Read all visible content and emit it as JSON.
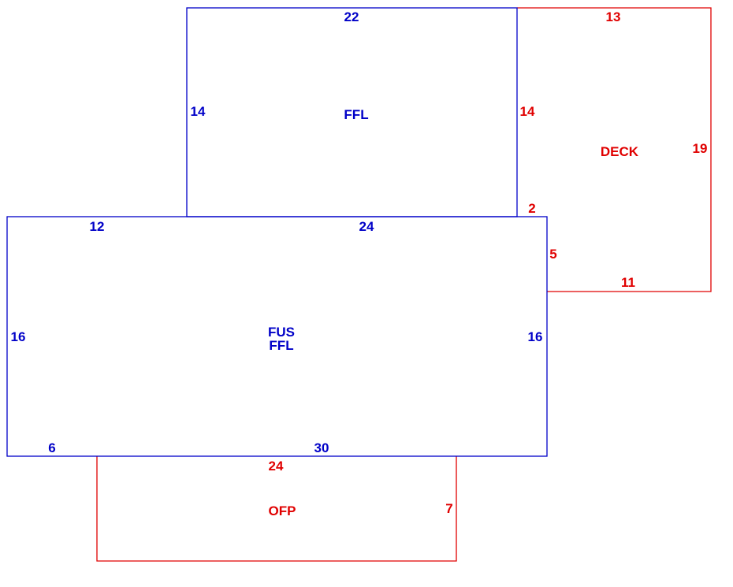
{
  "colors": {
    "living": "#0000c8",
    "other": "#e00000",
    "background": "#ffffff"
  },
  "areas": {
    "ffl_upper": {
      "label": "FFL"
    },
    "deck": {
      "label": "DECK"
    },
    "fus_ffl": {
      "label_line1": "FUS",
      "label_line2": "FFL"
    },
    "ofp": {
      "label": "OFP"
    }
  },
  "dimensions": {
    "ffl_top": "22",
    "ffl_left": "14",
    "deck_top": "13",
    "deck_left": "14",
    "deck_right": "19",
    "deck_step": "2",
    "deck_notch": "5",
    "deck_bottom": "11",
    "fus_top_left": "12",
    "fus_top_right": "24",
    "fus_left": "16",
    "fus_right": "16",
    "fus_bottom_left": "6",
    "fus_bottom_right": "30",
    "ofp_top": "24",
    "ofp_right": "7"
  }
}
